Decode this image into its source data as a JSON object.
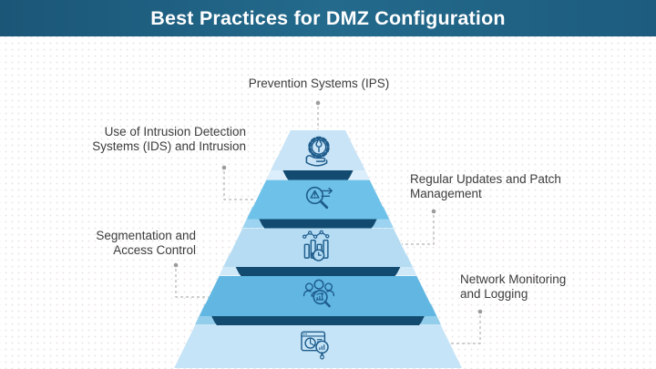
{
  "header": {
    "title": "Best Practices for DMZ Configuration",
    "bg_color": "#1d5c7e",
    "text_color": "#ffffff"
  },
  "labels": {
    "top": {
      "lines": [
        "Prevention Systems (IPS)"
      ]
    },
    "left1": {
      "lines": [
        "Use of Intrusion Detection",
        "Systems (IDS) and Intrusion"
      ]
    },
    "right1": {
      "lines": [
        "Regular Updates and Patch",
        "Management"
      ]
    },
    "left2": {
      "lines": [
        "Segmentation and",
        "Access Control"
      ]
    },
    "right2": {
      "lines": [
        "Network Monitoring",
        "and Logging"
      ]
    }
  },
  "pyramid": {
    "band_color": "#124a70",
    "icon_stroke": "#1e5c8c",
    "tiers": [
      {
        "icon": "gear-hand-icon",
        "fill": "#c8e4f6",
        "wing": "#dceefb"
      },
      {
        "icon": "magnifier-alert-icon",
        "fill": "#6ec1e9",
        "wing": "#9bd3f1"
      },
      {
        "icon": "bar-chart-clock-icon",
        "fill": "#b5dcf3",
        "wing": "#cfe9f9"
      },
      {
        "icon": "team-magnifier-icon",
        "fill": "#61b7e2",
        "wing": "#92cdec"
      },
      {
        "icon": "browser-analytics-icon",
        "fill": "#c6e4f7",
        "wing": "#c6e4f7"
      }
    ]
  },
  "connector": {
    "line_color": "#b3b3b3",
    "dot_color": "#9b9b9b"
  }
}
